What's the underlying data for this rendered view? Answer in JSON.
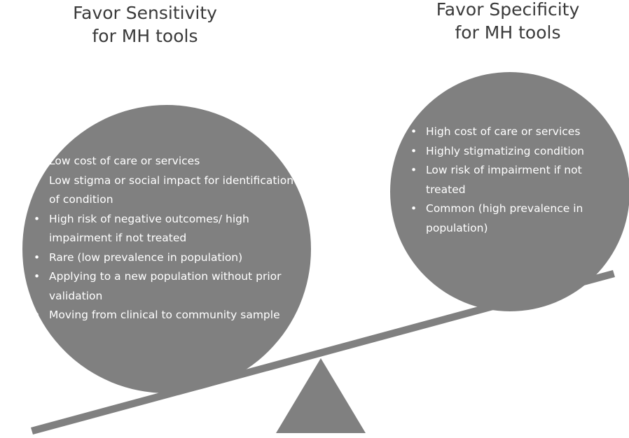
{
  "left": {
    "title": "Favor Sensitivity\nfor MH tools",
    "items": [
      "Low cost of care or services",
      "Low stigma or social impact for identification of condition",
      "High risk of negative outcomes/ high impairment if not treated",
      "Rare (low prevalence in population)",
      "Applying to a new population without prior validation",
      "Moving from clinical to community sample"
    ]
  },
  "right": {
    "title": "Favor Specificity\nfor MH tools",
    "items": [
      "High cost of care or services",
      "Highly stigmatizing condition",
      "Low risk of impairment if not treated",
      "Common (high prevalence in population)"
    ]
  },
  "colors": {
    "shape_fill": "#808080",
    "text_on_shape": "#ffffff",
    "title": "#3a3a3a"
  }
}
